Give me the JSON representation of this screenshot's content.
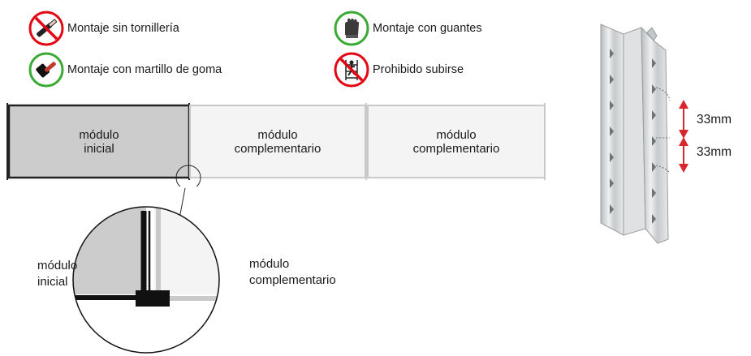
{
  "legend": [
    {
      "icon": "no-screwdriver-icon",
      "label": "Montaje sin tornillería",
      "ring": "#e30613"
    },
    {
      "icon": "rubber-mallet-icon",
      "label": "Montaje con martillo de goma",
      "ring": "#3aaa35"
    },
    {
      "icon": "gloves-icon",
      "label": "Montaje con guantes",
      "ring": "#3aaa35"
    },
    {
      "icon": "no-climbing-icon",
      "label": "Prohibido subirse",
      "ring": "#e30613"
    }
  ],
  "modules": [
    {
      "line1": "módulo",
      "line2": "inicial"
    },
    {
      "line1": "módulo",
      "line2": "complementario"
    },
    {
      "line1": "módulo",
      "line2": "complementario"
    }
  ],
  "detail": {
    "left_line1": "módulo",
    "left_line2": "inicial",
    "right_line1": "módulo",
    "right_line2": "complementario"
  },
  "upright": {
    "spacing_1": "33mm",
    "spacing_2": "33mm"
  },
  "colors": {
    "prohibited": "#e30613",
    "required": "#3aaa35",
    "initial_module_fill": "#cccccc",
    "complementary_module_fill": "#f4f4f4",
    "dimension_arrow": "#d9262c"
  }
}
